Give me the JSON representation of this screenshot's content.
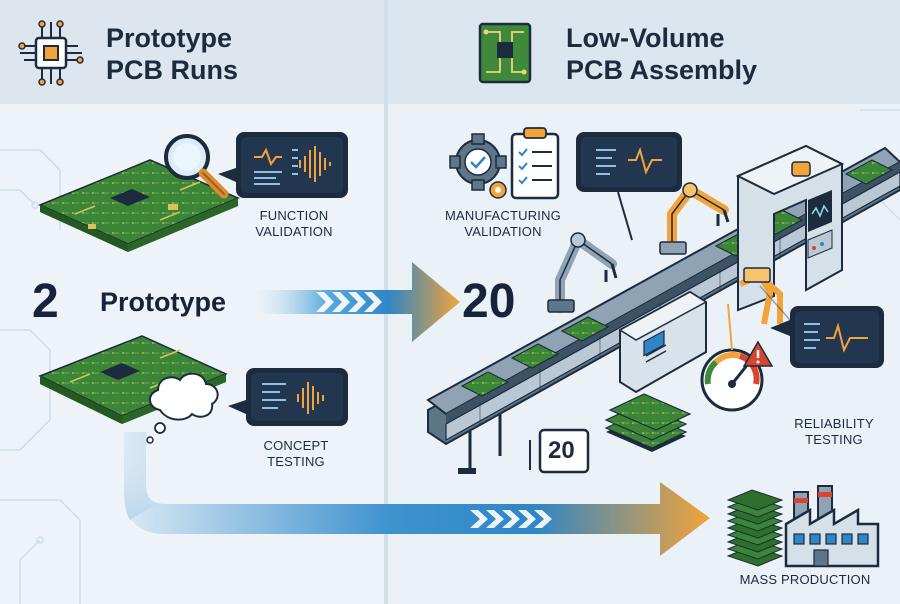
{
  "left_panel": {
    "title_line1": "Prototype",
    "title_line2": "PCB Runs",
    "function_validation_line1": "FUNCTION",
    "function_validation_line2": "VALIDATION",
    "count": "2",
    "count_label": "Prototype",
    "concept_testing_line1": "CONCEPT",
    "concept_testing_line2": "TESTING"
  },
  "right_panel": {
    "title_line1": "Low-Volume",
    "title_line2": "PCB Assembly",
    "manufacturing_validation_line1": "MANUFACTURING",
    "manufacturing_validation_line2": "VALIDATION",
    "count": "20",
    "stack_sign": "20",
    "reliability_testing_line1": "RELIABILITY",
    "reliability_testing_line2": "TESTING",
    "mass_production": "MASS PRODUCTION"
  },
  "colors": {
    "navy": "#1c2b3e",
    "pcb_green": "#3f8a3a",
    "arrow_blue": "#2f86c6",
    "arrow_orange": "#f2a33a",
    "warning_red": "#d9442f"
  },
  "icons": [
    "chip-icon",
    "circuit-board-icon",
    "magnifier-icon",
    "thought-cloud-icon",
    "gear-icon",
    "clipboard-icon",
    "gauge-icon",
    "warning-icon",
    "factory-icon",
    "robot-arm-icon"
  ]
}
